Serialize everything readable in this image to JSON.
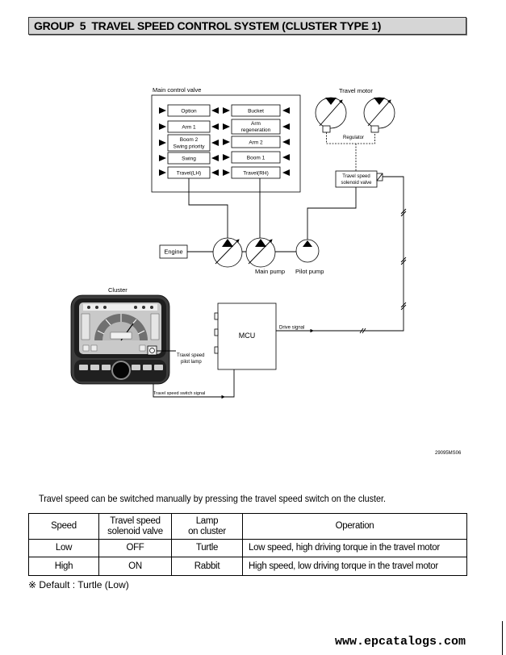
{
  "header": {
    "title": "GROUP  5  TRAVEL SPEED CONTROL SYSTEM (CLUSTER TYPE 1)"
  },
  "diagram": {
    "main_control_valve": {
      "label": "Main control valve",
      "left_spools": [
        [
          "Option"
        ],
        [
          "Arm 1"
        ],
        [
          "Boom 2",
          "Swing priority"
        ],
        [
          "Swing"
        ],
        [
          "Travel(LH)"
        ]
      ],
      "right_spools": [
        [
          "Bucket"
        ],
        [
          "Arm",
          "regeneration"
        ],
        [
          "Arm 2"
        ],
        [
          "Boom 1"
        ],
        [
          "Travel(RH)"
        ]
      ]
    },
    "travel_motor": {
      "label": "Travel motor",
      "regulator": "Regulator"
    },
    "solenoid_valve": [
      "Travel speed",
      "solenoid valve"
    ],
    "engine": "Engine",
    "main_pump": "Main pump",
    "pilot_pump": "Pilot pump",
    "cluster": "Cluster",
    "pilot_lamp": [
      "Travel speed",
      "pilot lamp"
    ],
    "mcu": "MCU",
    "drive_signal": "Drive signal",
    "switch_signal": "Travel speed switch signal",
    "figure_id": "29095MS06"
  },
  "intro": "Travel speed can be switched manually by pressing the travel speed switch on the cluster.",
  "table": {
    "headers": [
      [
        "Speed"
      ],
      [
        "Travel speed",
        "solenoid valve"
      ],
      [
        "Lamp",
        "on cluster"
      ],
      [
        "Operation"
      ]
    ],
    "rows": [
      [
        "Low",
        "OFF",
        "Turtle",
        "Low speed, high driving torque in the travel motor"
      ],
      [
        "High",
        "ON",
        "Rabbit",
        "High speed, low driving torque in the travel motor"
      ]
    ]
  },
  "note": "※ Default : Turtle (Low)",
  "watermark": "www.epcatalogs.com"
}
